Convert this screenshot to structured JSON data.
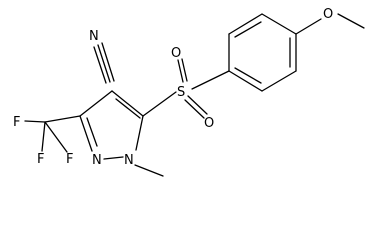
{
  "molecule": {
    "atoms": {
      "N_nitrile": "N",
      "O_methoxy": "O",
      "S_sulfonyl": "S",
      "O_sulfonyl_1": "O",
      "O_sulfonyl_2": "O",
      "F1": "F",
      "F2": "F",
      "F3": "F",
      "N_ring_2": "N",
      "N_ring_1": "N"
    }
  }
}
